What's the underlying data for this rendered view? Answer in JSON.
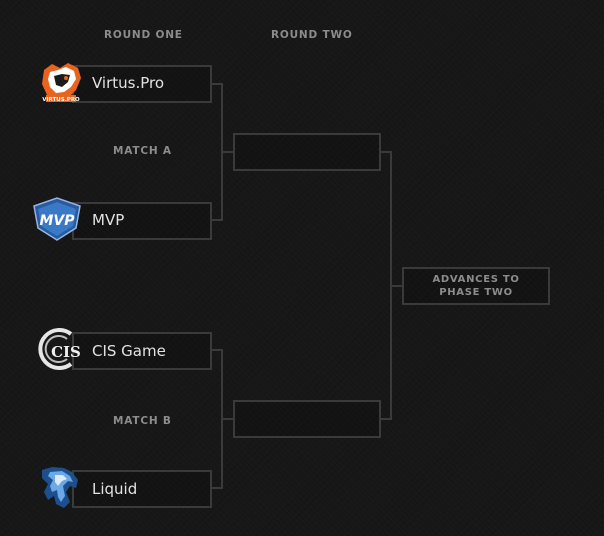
{
  "headers": {
    "round_one": "ROUND ONE",
    "round_two": "ROUND TWO"
  },
  "matches": {
    "a_label": "MATCH A",
    "b_label": "MATCH B"
  },
  "teams": [
    {
      "name": "Virtus.Pro",
      "logo_icon": "virtus-pro-bear-icon",
      "logo_text": "VIRTUS.PRO",
      "accent": "#e8641e"
    },
    {
      "name": "MVP",
      "logo_icon": "mvp-logo-icon",
      "logo_text": "MVP",
      "accent": "#3a78c8"
    },
    {
      "name": "CIS Game",
      "logo_icon": "cis-game-logo-icon",
      "logo_text": "CIS",
      "accent": "#e6e6e6"
    },
    {
      "name": "Liquid",
      "logo_icon": "liquid-horse-icon",
      "logo_text": "",
      "accent": "#1d4f8c"
    }
  ],
  "advance": {
    "line1": "ADVANCES TO",
    "line2": "PHASE TWO"
  },
  "colors": {
    "background": "#171717",
    "border": "#3a3a3a",
    "label": "#8c8c8c",
    "text": "#e2e2e2"
  }
}
